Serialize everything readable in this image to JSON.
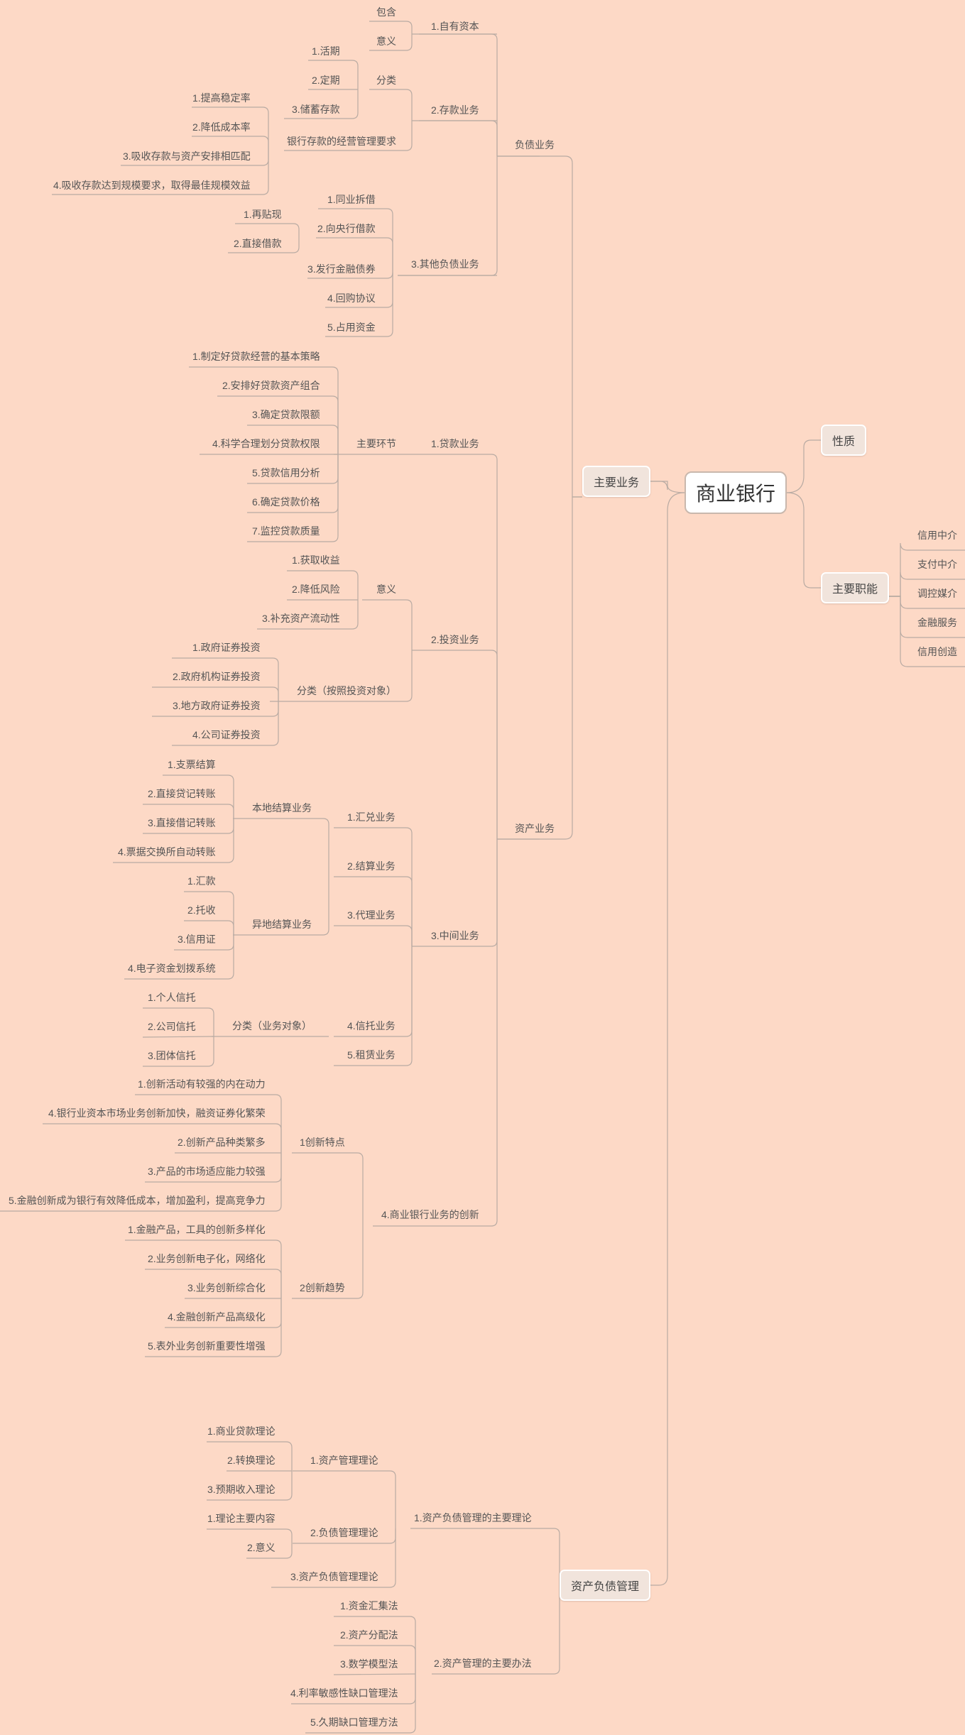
{
  "root": {
    "label": "商业银行"
  },
  "right": {
    "nature": {
      "label": "性质"
    },
    "functions": {
      "label": "主要职能",
      "items": [
        "信用中介",
        "支付中介",
        "调控媒介",
        "金融服务",
        "信用创造"
      ]
    }
  },
  "main_business": {
    "label": "主要业务",
    "liability": {
      "label": "负债业务",
      "own_capital": {
        "label": "1.自有资本",
        "items": [
          "包含",
          "意义"
        ]
      },
      "deposit": {
        "label": "2.存款业务",
        "classify": {
          "label": "分类",
          "items": [
            "1.活期",
            "2.定期",
            "3.储蓄存款"
          ]
        },
        "requirement": {
          "label": "银行存款的经营管理要求",
          "items": [
            "1.提高稳定率",
            "2.降低成本率",
            "3.吸收存款与资产安排相匹配",
            "4.吸收存款达到规模要求，取得最佳规模效益"
          ]
        }
      },
      "other": {
        "label": "3.其他负债业务",
        "interbank": "1.同业拆借",
        "central": {
          "label": "2.向央行借款",
          "items": [
            "1.再贴现",
            "2.直接借款"
          ]
        },
        "bond": "3.发行金融债券",
        "repo": "4.回购协议",
        "occupy": "5.占用资金"
      }
    },
    "asset": {
      "label": "资产业务",
      "loan": {
        "label": "1.贷款业务",
        "phase": {
          "label": "主要环节",
          "items": [
            "1.制定好贷款经营的基本策略",
            "2.安排好贷款资产组合",
            "3.确定贷款限额",
            "4.科学合理划分贷款权限",
            "5.贷款信用分析",
            "6.确定贷款价格",
            "7.监控贷款质量"
          ]
        }
      },
      "invest": {
        "label": "2.投资业务",
        "meaning": {
          "label": "意义",
          "items": [
            "1.获取收益",
            "2.降低风险",
            "3.补充资产流动性"
          ]
        },
        "classify": {
          "label": "分类（按照投资对象）",
          "items": [
            "1.政府证券投资",
            "2.政府机构证券投资",
            "3.地方政府证券投资",
            "4.公司证券投资"
          ]
        }
      },
      "middle": {
        "label": "3.中间业务",
        "remit": "1.汇兑业务",
        "settle": {
          "label": "2.结算业务",
          "local": {
            "label": "本地结算业务",
            "items": [
              "1.支票结算",
              "2.直接贷记转账",
              "3.直接借记转账",
              "4.票据交换所自动转账"
            ]
          },
          "remote": {
            "label": "异地结算业务",
            "items": [
              "1.汇款",
              "2.托收",
              "3.信用证",
              "4.电子资金划拨系统"
            ]
          }
        },
        "agency": "3.代理业务",
        "trust": {
          "label": "4.信托业务",
          "classify": {
            "label": "分类（业务对象）",
            "items": [
              "1.个人信托",
              "2.公司信托",
              "3.团体信托"
            ]
          }
        },
        "lease": "5.租赁业务"
      },
      "innovation": {
        "label": "4.商业银行业务的创新",
        "features": {
          "label": "1创新特点",
          "items": [
            "1.创新活动有较强的内在动力",
            "4.银行业资本市场业务创新加快，融资证券化繁荣",
            "2.创新产品种类繁多",
            "3.产品的市场适应能力较强",
            "5.金融创新成为银行有效降低成本，增加盈利，提高竞争力"
          ]
        },
        "trend": {
          "label": "2创新趋势",
          "items": [
            "1.金融产品，工具的创新多样化",
            "2.业务创新电子化，网络化",
            "3.业务创新综合化",
            "4.金融创新产品高级化",
            "5.表外业务创新重要性增强"
          ]
        }
      }
    }
  },
  "alm": {
    "label": "资产负债管理",
    "theory": {
      "label": "1.资产负债管理的主要理论",
      "asset_theory": {
        "label": "1.资产管理理论",
        "items": [
          "1.商业贷款理论",
          "2.转换理论",
          "3.预期收入理论"
        ]
      },
      "liability_theory": {
        "label": "2.负债管理理论",
        "items": [
          "1.理论主要内容",
          "2.意义"
        ]
      },
      "alm_theory": "3.资产负债管理理论"
    },
    "methods": {
      "label": "2.资产管理的主要办法",
      "items": [
        "1.资金汇集法",
        "2.资产分配法",
        "3.数学模型法",
        "4.利率敏感性缺口管理法",
        "5.久期缺口管理方法"
      ]
    }
  }
}
